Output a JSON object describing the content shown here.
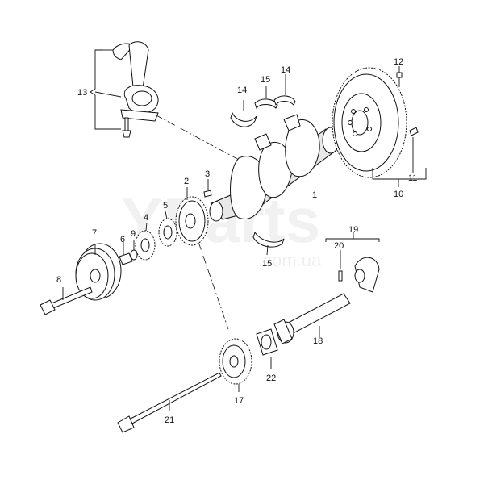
{
  "watermark": {
    "brand": "YParts",
    "domain": ".com.ua"
  },
  "callouts": {
    "c1": "1",
    "c2": "2",
    "c3": "3",
    "c4": "4",
    "c5": "5",
    "c6": "6",
    "c7": "7",
    "c8": "8",
    "c9": "9",
    "c10": "10",
    "c11": "11",
    "c12": "12",
    "c13": "13",
    "c14a": "14",
    "c14b": "14",
    "c15a": "15",
    "c15b": "15",
    "c17": "17",
    "c18": "18",
    "c19": "19",
    "c20": "20",
    "c21": "21",
    "c22": "22"
  }
}
